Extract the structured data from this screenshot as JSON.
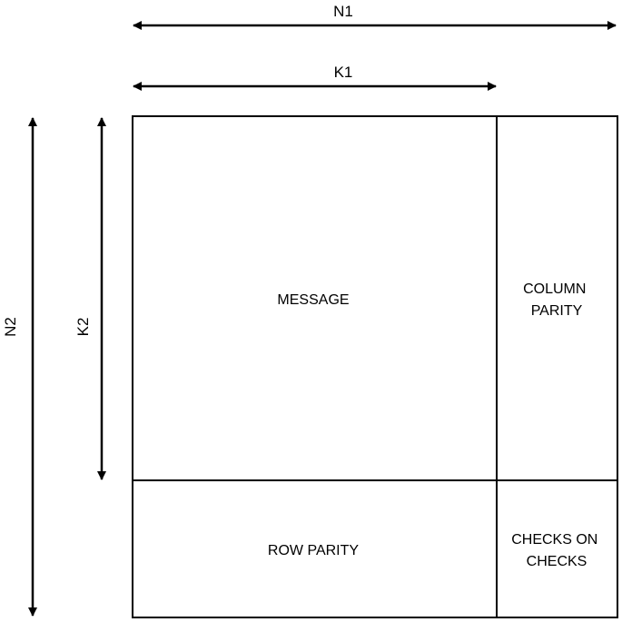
{
  "dimensions": {
    "n1": "N1",
    "k1": "K1",
    "n2": "N2",
    "k2": "K2"
  },
  "blocks": {
    "message": "MESSAGE",
    "column_parity": [
      "COLUMN",
      "PARITY"
    ],
    "row_parity": "ROW PARITY",
    "checks_on_checks": [
      "CHECKS ON",
      "CHECKS"
    ]
  },
  "colors": {
    "stroke": "#000000",
    "background": "#ffffff"
  }
}
